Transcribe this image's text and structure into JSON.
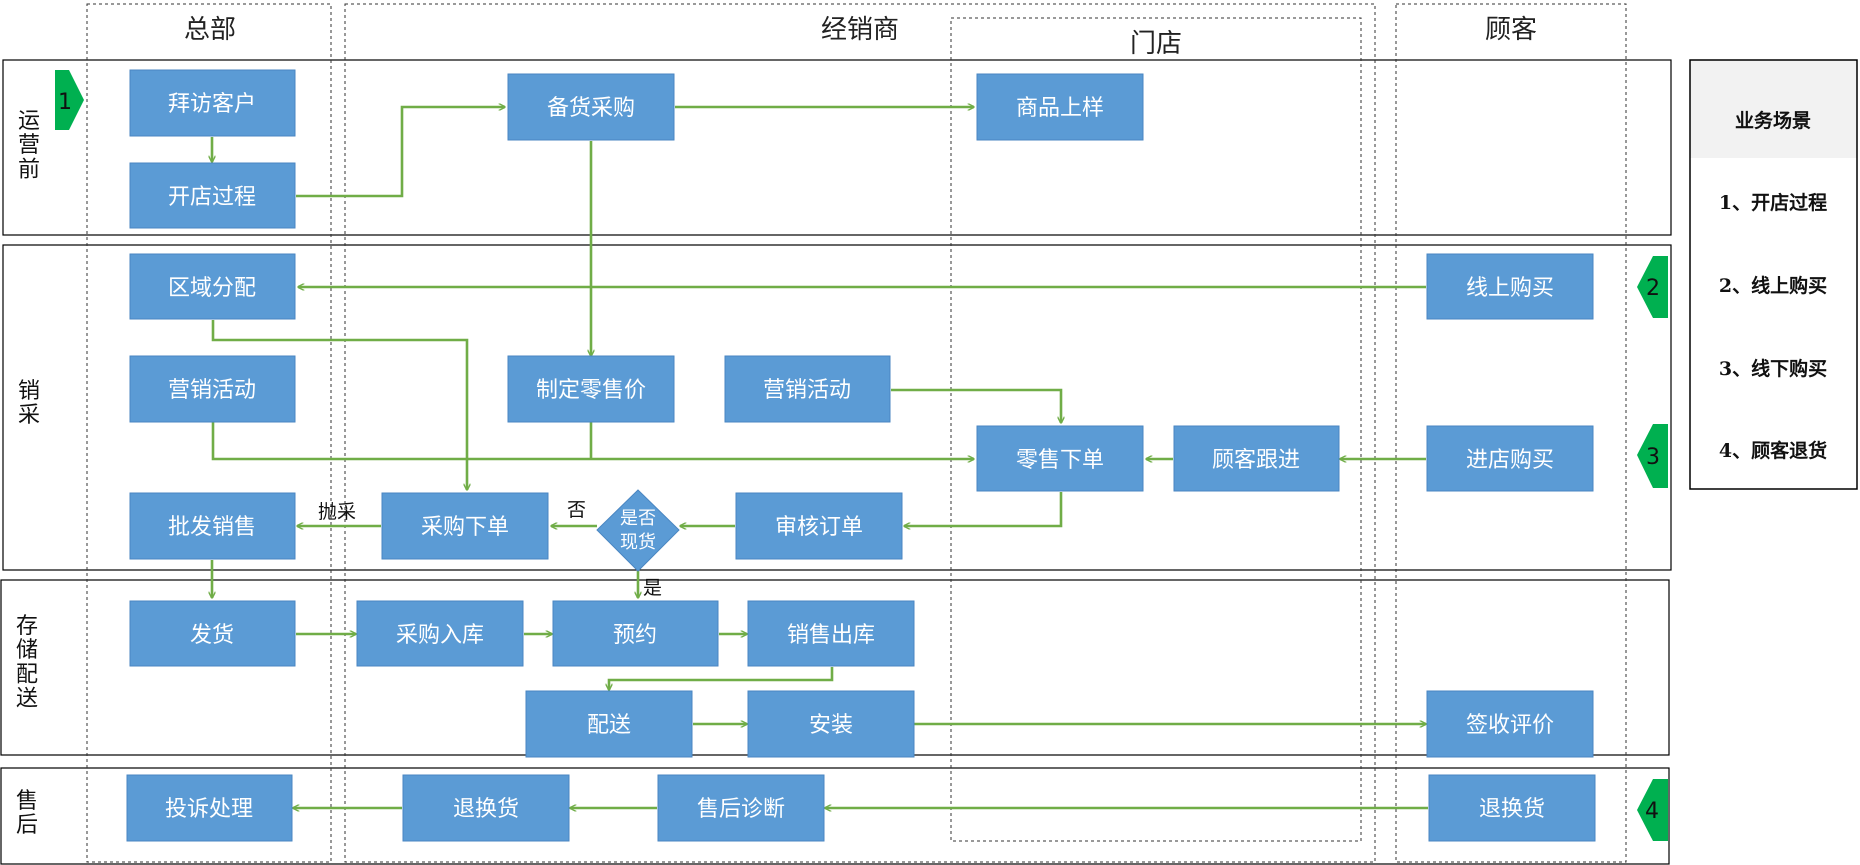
{
  "columns": {
    "hq": "总部",
    "dealer": "经销商",
    "store": "门店",
    "customer": "顾客"
  },
  "lanes": {
    "pre_operation": "运营前",
    "sales": "销采",
    "storage": "存储配送",
    "after_sales": "售后"
  },
  "boxes": {
    "visit_customer": "拜访客户",
    "store_opening": "开店过程",
    "stock_purchase": "备货采购",
    "product_listing": "商品上样",
    "region_assign": "区域分配",
    "online_purchase": "线上购买",
    "marketing_hq": "营销活动",
    "set_retail_price": "制定零售价",
    "marketing_dealer": "营销活动",
    "retail_order": "零售下单",
    "customer_followup": "顾客跟进",
    "instore_purchase": "进店购买",
    "wholesale": "批发销售",
    "purchase_order": "采购下单",
    "review_order": "审核订单",
    "ship": "发货",
    "purchase_inbound": "采购入库",
    "reserve": "预约",
    "sales_outbound": "销售出库",
    "deliver": "配送",
    "install": "安装",
    "sign_review": "签收评价",
    "complaint": "投诉处理",
    "exchange_dealer": "退换货",
    "diagnosis": "售后诊断",
    "exchange_customer": "退换货"
  },
  "decision": {
    "line1": "是否",
    "line2": "现货"
  },
  "edge_labels": {
    "no": "否",
    "yes": "是",
    "throw": "抛采"
  },
  "markers": {
    "m1": "1",
    "m2": "2",
    "m3": "3",
    "m4": "4"
  },
  "legend": {
    "title": "业务场景",
    "items": [
      "1、开店过程",
      "2、线上购买",
      "3、线下购买",
      "4、顾客退货"
    ]
  },
  "colors": {
    "box_fill": "#5b9bd5",
    "arrow": "#70ad47",
    "marker": "#00b050",
    "legend_header": "#f2f2f2"
  }
}
